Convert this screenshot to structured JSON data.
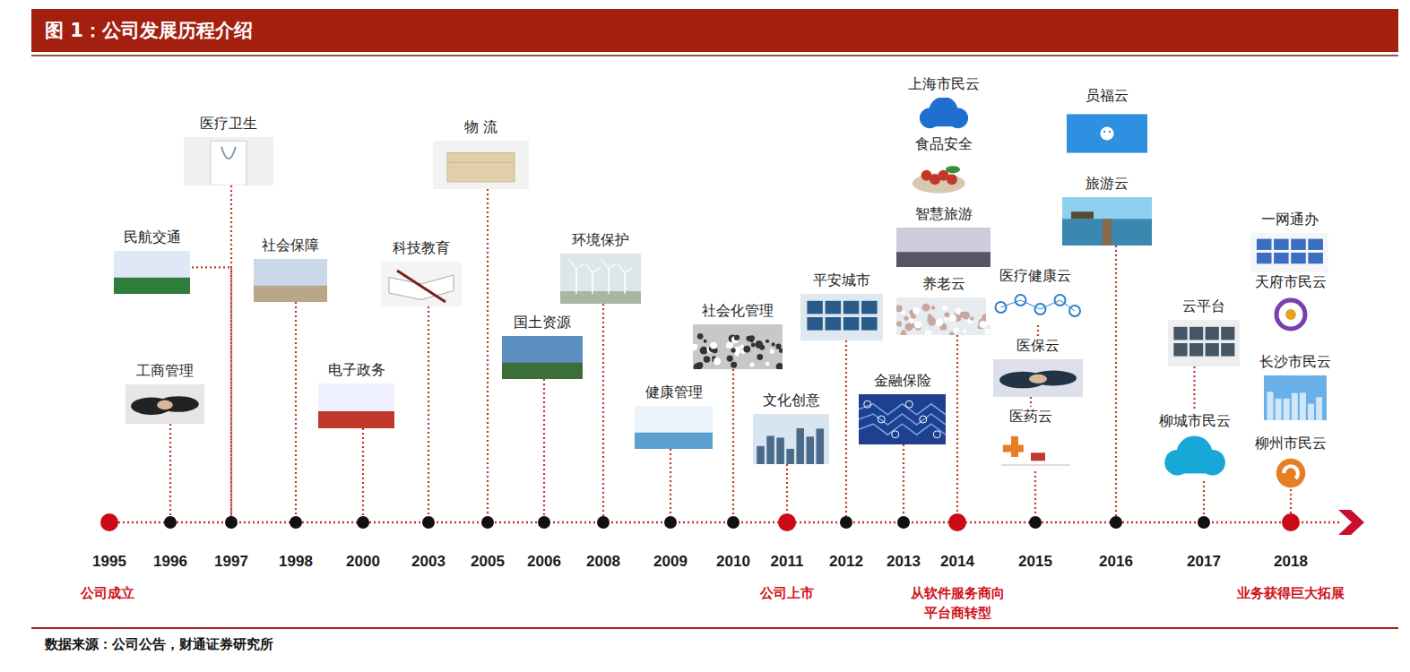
{
  "diagram": {
    "title": "图 1：公司发展历程介绍",
    "caption": "数据来源：公司公告，财通证券研究所",
    "nodes": [
      {
        "text": [
          "民航交通"
        ]
      },
      {
        "text": [
          "工商管理"
        ]
      },
      {
        "text": [
          "医疗卫生"
        ]
      },
      {
        "text": [
          "社会保障"
        ]
      },
      {
        "text": [
          "电子政务"
        ]
      },
      {
        "text": [
          "科技教育"
        ]
      },
      {
        "text": [
          "物 流"
        ]
      },
      {
        "text": [
          "国土资源"
        ]
      },
      {
        "text": [
          "环境保护"
        ]
      },
      {
        "text": [
          "健康管理"
        ]
      },
      {
        "text": [
          "社会化管理"
        ]
      },
      {
        "text": [
          "文化创意"
        ]
      },
      {
        "text": [
          "平安城市"
        ]
      },
      {
        "text": [
          "金融保险"
        ]
      },
      {
        "text": [
          "上海市民云"
        ]
      },
      {
        "text": [
          "食品安全"
        ]
      },
      {
        "text": [
          "智慧旅游"
        ]
      },
      {
        "text": [
          "养老云"
        ]
      },
      {
        "text": [
          "医疗健康云"
        ]
      },
      {
        "text": [
          "医保云"
        ]
      },
      {
        "text": [
          "医药云"
        ]
      },
      {
        "text": [
          "员福云"
        ]
      },
      {
        "text": [
          "旅游云"
        ]
      },
      {
        "text": [
          "云平台"
        ]
      },
      {
        "text": [
          "柳城市民云"
        ]
      },
      {
        "text": [
          "一网通办"
        ]
      },
      {
        "text": [
          "天府市民云"
        ]
      },
      {
        "text": [
          "长沙市民云"
        ]
      },
      {
        "text": [
          "柳州市民云"
        ]
      },
      {
        "text": [
          "1995"
        ]
      },
      {
        "text": [
          "1996"
        ]
      },
      {
        "text": [
          "1997"
        ]
      },
      {
        "text": [
          "1998"
        ]
      },
      {
        "text": [
          "2000"
        ]
      },
      {
        "text": [
          "2003"
        ]
      },
      {
        "text": [
          "2005"
        ]
      },
      {
        "text": [
          "2006"
        ]
      },
      {
        "text": [
          "2008"
        ]
      },
      {
        "text": [
          "2009"
        ]
      },
      {
        "text": [
          "2010"
        ]
      },
      {
        "text": [
          "2011"
        ]
      },
      {
        "text": [
          "2012"
        ]
      },
      {
        "text": [
          "2013"
        ]
      },
      {
        "text": [
          "2014"
        ]
      },
      {
        "text": [
          "2015"
        ]
      },
      {
        "text": [
          "2016"
        ]
      },
      {
        "text": [
          "2017"
        ]
      },
      {
        "text": [
          "2018"
        ]
      }
    ],
    "edges": [
      {
        "from": 0,
        "to": 31,
        "arrow": "none"
      },
      {
        "from": 1,
        "to": 30,
        "arrow": "none"
      },
      {
        "from": 2,
        "to": 31,
        "arrow": "none"
      },
      {
        "from": 3,
        "to": 32,
        "arrow": "none"
      },
      {
        "from": 4,
        "to": 33,
        "arrow": "none"
      },
      {
        "from": 5,
        "to": 34,
        "arrow": "none"
      },
      {
        "from": 6,
        "to": 35,
        "arrow": "none"
      },
      {
        "from": 7,
        "to": 36,
        "arrow": "none"
      },
      {
        "from": 8,
        "to": 37,
        "arrow": "none"
      },
      {
        "from": 9,
        "to": 38,
        "arrow": "none"
      },
      {
        "from": 10,
        "to": 39,
        "arrow": "none"
      },
      {
        "from": 11,
        "to": 40,
        "arrow": "none"
      },
      {
        "from": 12,
        "to": 41,
        "arrow": "none"
      },
      {
        "from": 13,
        "to": 42,
        "arrow": "none"
      },
      {
        "from": 17,
        "to": 43,
        "arrow": "none"
      },
      {
        "from": 18,
        "to": 19,
        "arrow": "none"
      },
      {
        "from": 19,
        "to": 20,
        "arrow": "none"
      },
      {
        "from": 20,
        "to": 44,
        "arrow": "none"
      },
      {
        "from": 22,
        "to": 45,
        "arrow": "none"
      },
      {
        "from": 23,
        "to": 24,
        "arrow": "none"
      },
      {
        "from": 24,
        "to": 46,
        "arrow": "none"
      },
      {
        "from": 28,
        "to": 47,
        "arrow": "none"
      }
    ],
    "labels": [
      "公司成立",
      "公司上市",
      "从软件服务商向 平台商转型",
      "业务获得巨大拓展"
    ]
  }
}
